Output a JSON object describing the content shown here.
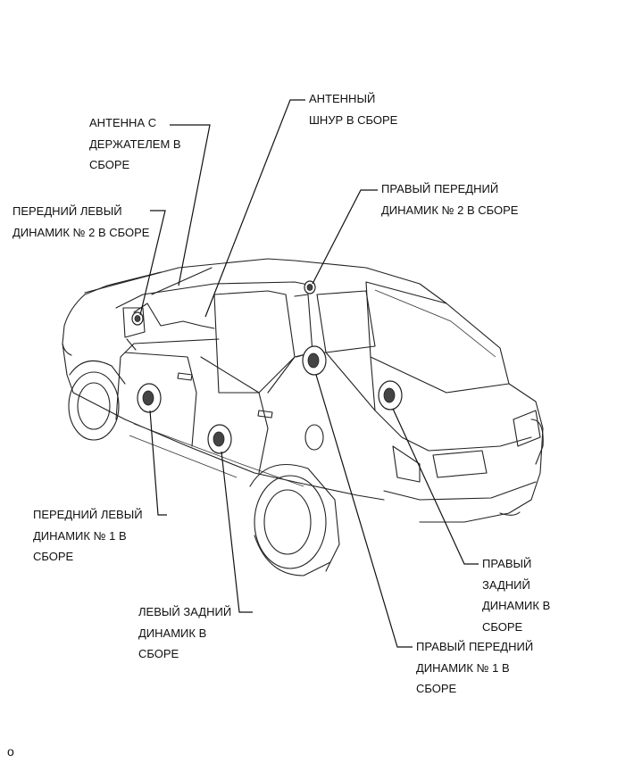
{
  "labels": {
    "antenna_holder": [
      "АНТЕННА С",
      "ДЕРЖАТЕЛЕМ В",
      "СБОРЕ"
    ],
    "antenna_cord": [
      "АНТЕННЫЙ",
      "ШНУР В СБОРЕ"
    ],
    "front_left_speaker_2": [
      "ПЕРЕДНИЙ ЛЕВЫЙ",
      "ДИНАМИК № 2 В СБОРЕ"
    ],
    "front_right_speaker_2": [
      "ПРАВЫЙ ПЕРЕДНИЙ",
      "ДИНАМИК № 2 В СБОРЕ"
    ],
    "front_left_speaker_1": [
      "ПЕРЕДНИЙ ЛЕВЫЙ",
      "ДИНАМИК № 1 В",
      "СБОРЕ"
    ],
    "rear_left_speaker": [
      "ЛЕВЫЙ ЗАДНИЙ",
      "ДИНАМИК В",
      "СБОРЕ"
    ],
    "rear_right_speaker": [
      "ПРАВЫЙ",
      "ЗАДНИЙ",
      "ДИНАМИК В",
      "СБОРЕ"
    ],
    "front_right_speaker_1": [
      "ПРАВЫЙ ПЕРЕДНИЙ",
      "ДИНАМИК № 1 В",
      "СБОРЕ"
    ]
  },
  "footer_code": "o"
}
